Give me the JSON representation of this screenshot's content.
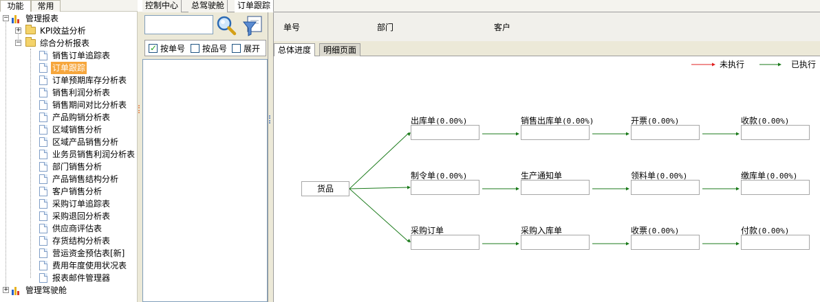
{
  "left_tabs": [
    "功能",
    "常用"
  ],
  "tree": {
    "root": "管理报表",
    "kpi": "KPI效益分析",
    "comprehensive": "综合分析报表",
    "items": [
      "销售订单追踪表",
      "订单跟踪",
      "订单预期库存分析表",
      "销售利润分析表",
      "销售期间对比分析表",
      "产品购销分析表",
      "区域销售分析",
      "区域产品销售分析",
      "业务员销售利润分析表",
      "部门销售分析",
      "产品销售结构分析",
      "客户销售分析",
      "采购订单追踪表",
      "采购退回分析表",
      "供应商评估表",
      "存货结构分析表",
      "营运资金预估表[新]",
      "费用年度使用状况表",
      "报表邮件管理器"
    ],
    "selected_index": 1,
    "cockpit": "管理驾驶舱"
  },
  "doc_tabs": [
    "控制中心",
    "总驾驶舱",
    "订单跟踪"
  ],
  "options": [
    {
      "label": "按单号",
      "checked": true
    },
    {
      "label": "按品号",
      "checked": false
    },
    {
      "label": "展开",
      "checked": false
    }
  ],
  "header": {
    "order_no": "单号",
    "dept": "部门",
    "customer": "客户"
  },
  "sub_tabs": [
    "总体进度",
    "明细页面"
  ],
  "legend": {
    "not_executed": "未执行",
    "executed": "已执行",
    "not_executed_color": "#e02020",
    "executed_color": "#1a7a1a"
  },
  "flow": {
    "source": "货品",
    "rows": [
      [
        {
          "title": "出库单",
          "pct": "(0.00%)"
        },
        {
          "title": "销售出库单",
          "pct": "(0.00%)"
        },
        {
          "title": "开票",
          "pct": "(0.00%)"
        },
        {
          "title": "收款",
          "pct": "(0.00%)"
        }
      ],
      [
        {
          "title": "制令单",
          "pct": "(0.00%)"
        },
        {
          "title": "生产通知单",
          "pct": ""
        },
        {
          "title": "领料单",
          "pct": "(0.00%)"
        },
        {
          "title": "缴库单",
          "pct": "(0.00%)"
        }
      ],
      [
        {
          "title": "采购订单",
          "pct": ""
        },
        {
          "title": "采购入库单",
          "pct": ""
        },
        {
          "title": "收票",
          "pct": "(0.00%)"
        },
        {
          "title": "付款",
          "pct": "(0.00%)"
        }
      ]
    ]
  }
}
